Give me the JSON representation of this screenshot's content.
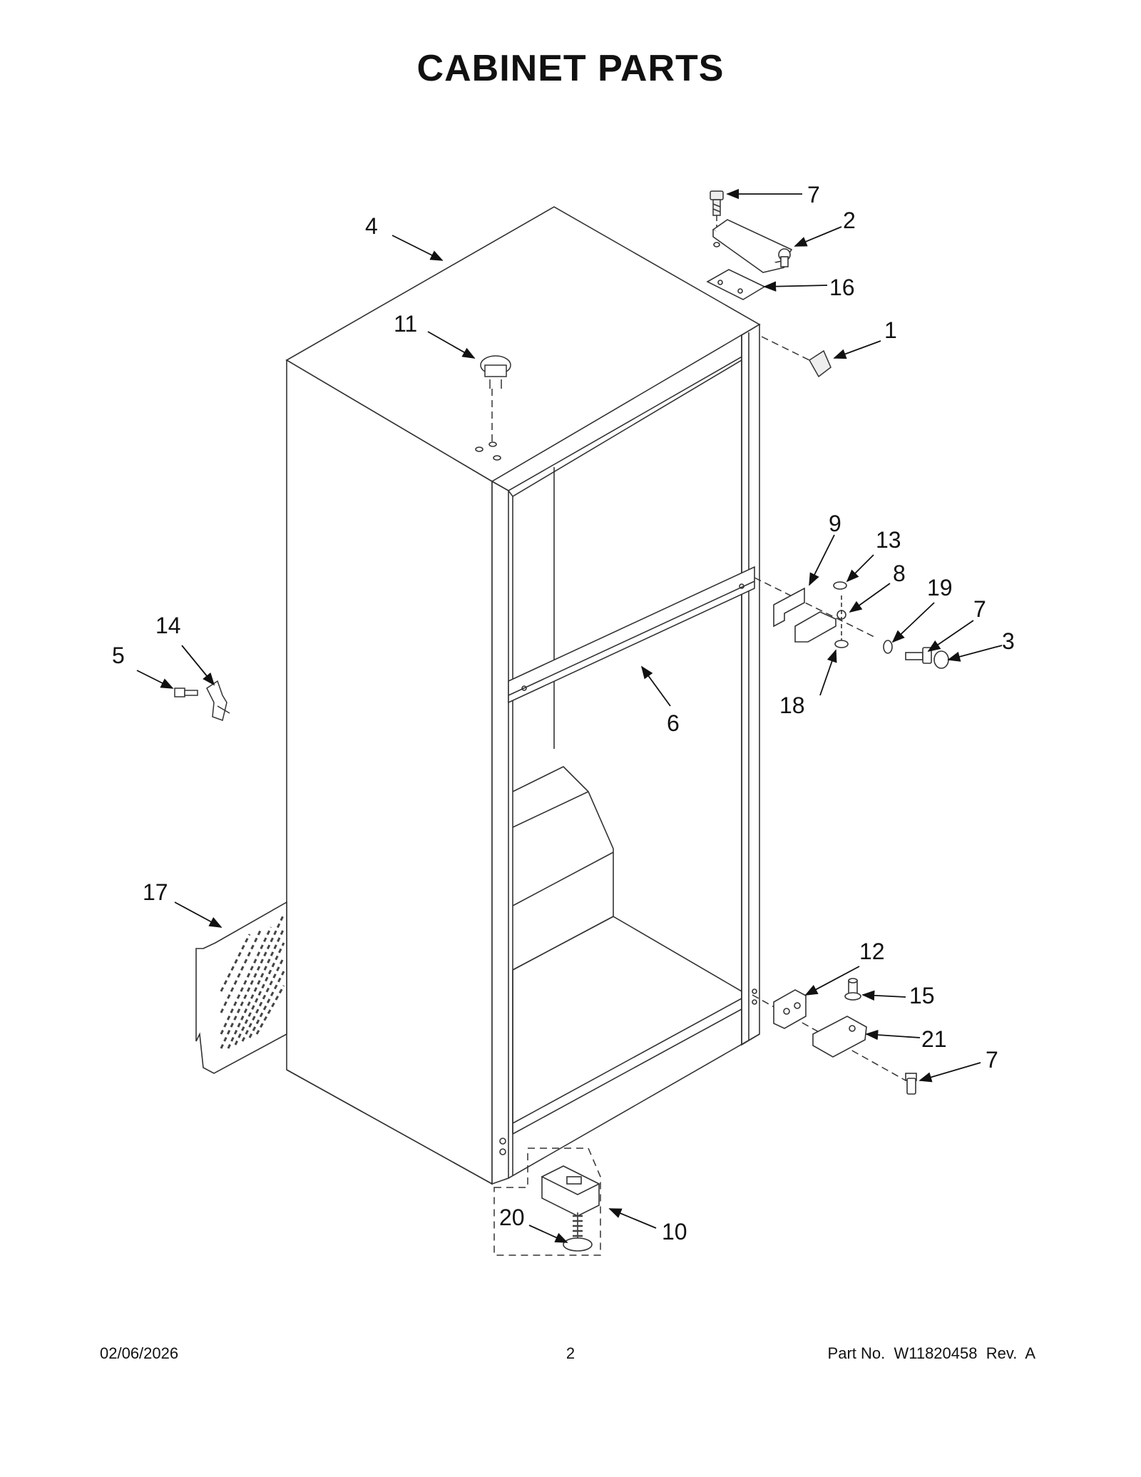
{
  "title": "CABINET PARTS",
  "footer": {
    "date": "02/06/2026",
    "page": "2",
    "part": "Part No.  W11820458  Rev.  A"
  },
  "callouts": {
    "c1": "1",
    "c2": "2",
    "c3": "3",
    "c4": "4",
    "c5": "5",
    "c6": "6",
    "c7a": "7",
    "c7b": "7",
    "c7c": "7",
    "c8": "8",
    "c9": "9",
    "c10": "10",
    "c11": "11",
    "c12": "12",
    "c13": "13",
    "c14": "14",
    "c15": "15",
    "c16": "16",
    "c17": "17",
    "c18": "18",
    "c19": "19",
    "c20": "20",
    "c21": "21"
  }
}
